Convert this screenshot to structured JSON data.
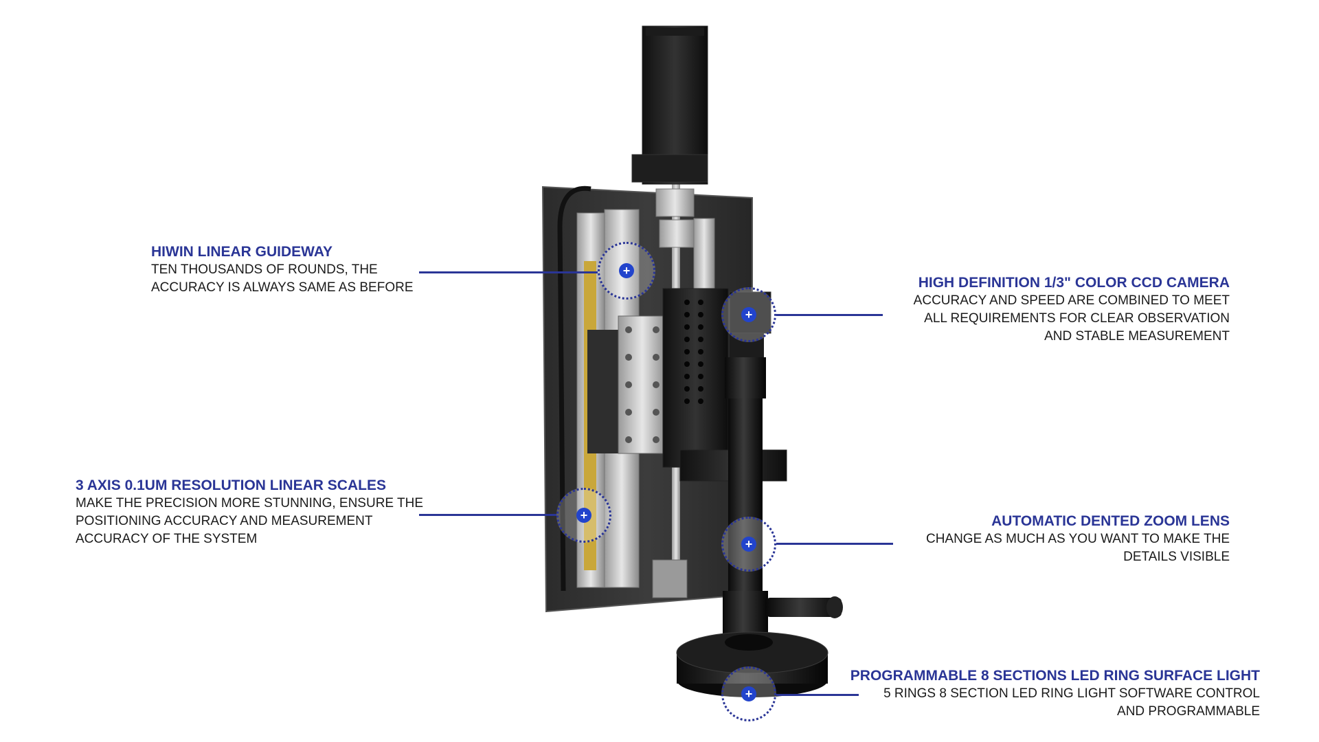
{
  "accent_color": "#2a3596",
  "callouts": {
    "guideway": {
      "title": "HIWIN LINEAR GUIDEWAY",
      "desc": "TEN THOUSANDS OF ROUNDS, THE\nACCURACY IS ALWAYS SAME AS BEFORE"
    },
    "scales": {
      "title": "3 AXIS 0.1UM RESOLUTION LINEAR SCALES",
      "desc": "MAKE THE PRECISION MORE STUNNING, ENSURE THE\nPOSITIONING ACCURACY AND MEASUREMENT\nACCURACY OF THE SYSTEM"
    },
    "camera": {
      "title": "HIGH DEFINITION 1/3\" COLOR CCD CAMERA",
      "desc": "ACCURACY AND SPEED ARE COMBINED TO MEET\nALL REQUIREMENTS FOR CLEAR OBSERVATION\nAND STABLE MEASUREMENT"
    },
    "zoom": {
      "title": "AUTOMATIC DENTED ZOOM LENS",
      "desc": "CHANGE AS MUCH AS YOU WANT TO MAKE THE\nDETAILS VISIBLE"
    },
    "ringlight": {
      "title": "PROGRAMMABLE 8 SECTIONS LED RING SURFACE LIGHT",
      "desc": "5 RINGS 8 SECTION LED RING LIGHT SOFTWARE CONTROL\nAND PROGRAMMABLE"
    }
  },
  "hotspot_icon": "plus-icon"
}
